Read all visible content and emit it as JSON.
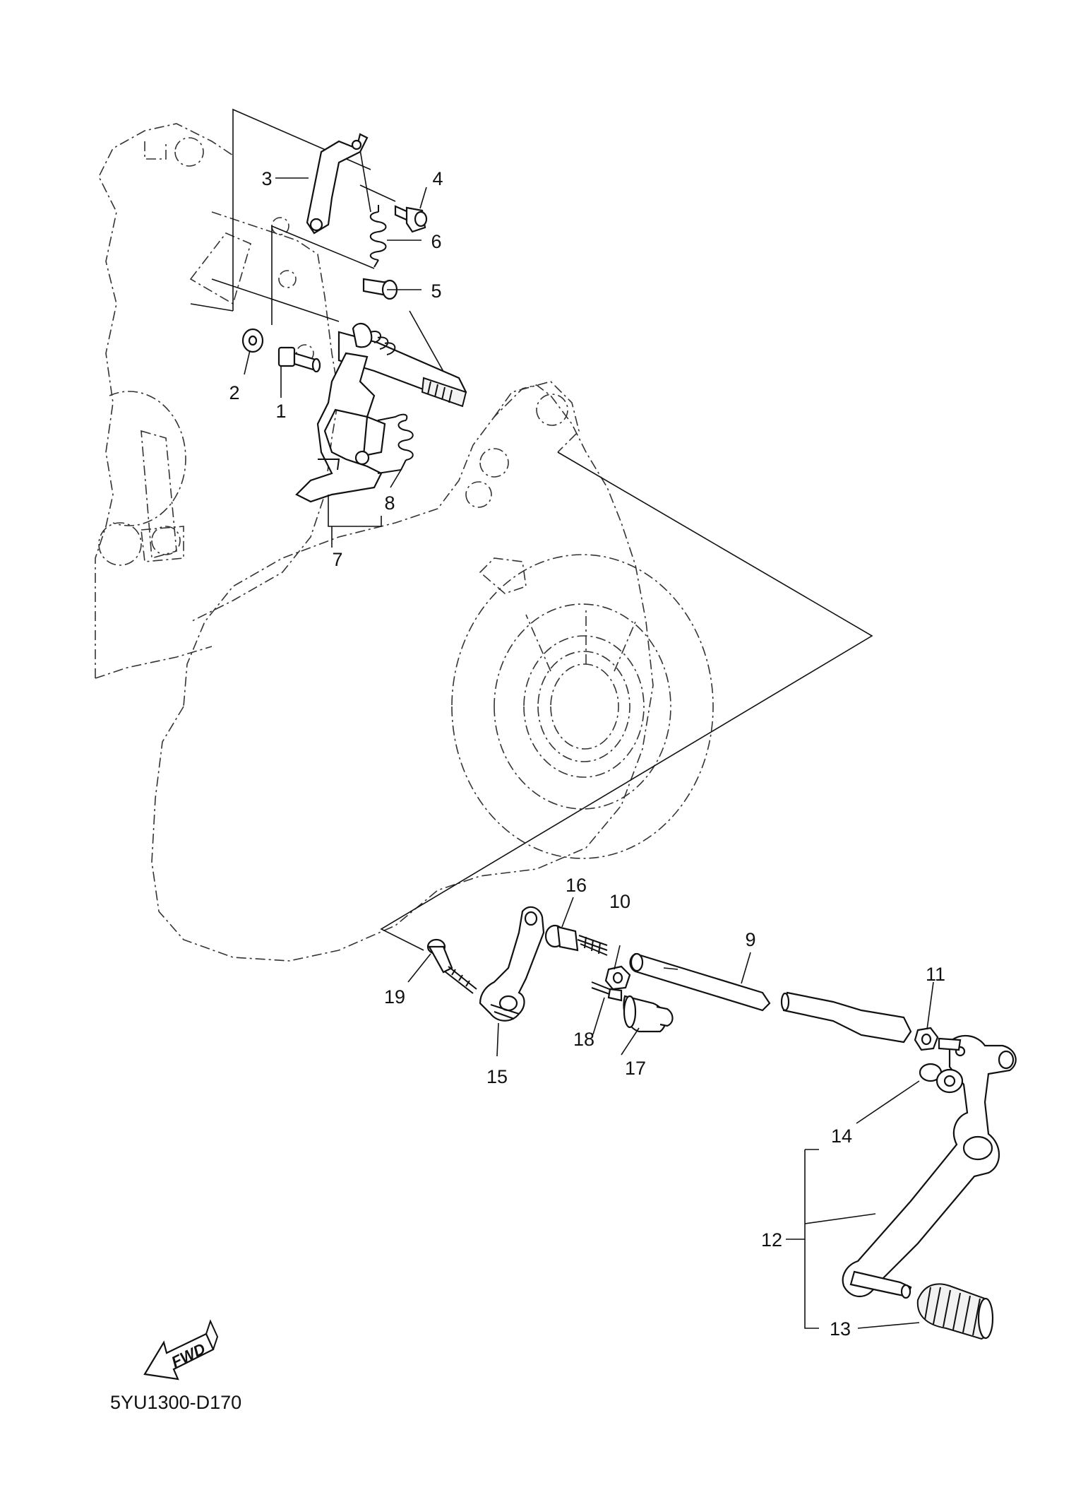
{
  "diagram": {
    "drawing_code": "5YU1300-D170",
    "fwd_label": "FWD",
    "callouts": [
      "1",
      "2",
      "3",
      "4",
      "5",
      "6",
      "7",
      "8",
      "9",
      "10",
      "11",
      "12",
      "13",
      "14",
      "15",
      "16",
      "17",
      "18",
      "19"
    ]
  }
}
